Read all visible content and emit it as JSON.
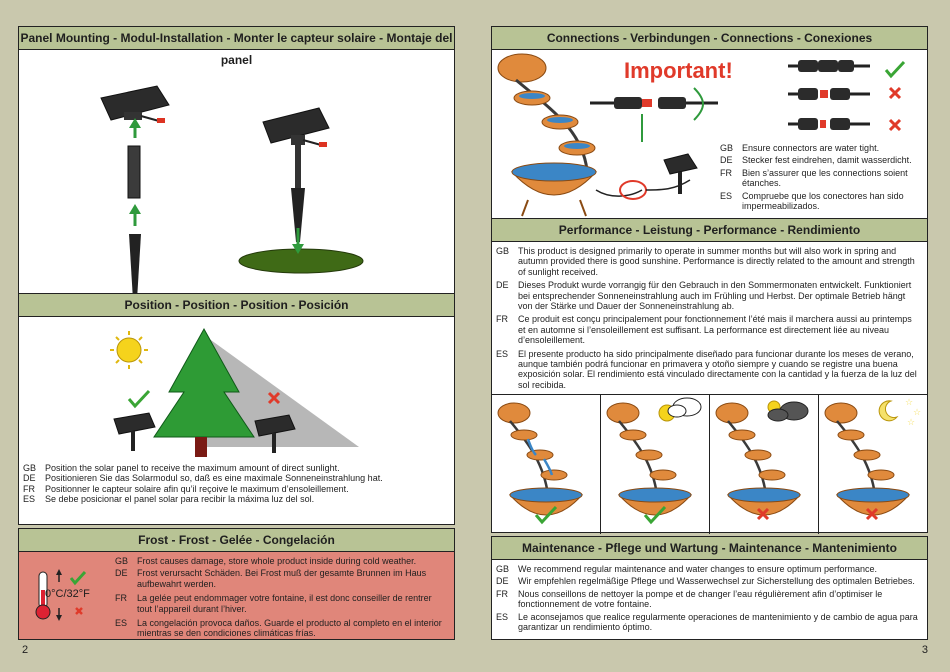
{
  "page_numbers": {
    "left": "2",
    "right": "3"
  },
  "mounting": {
    "title": "Panel Mounting - Modul-Installation - Monter le capteur solaire - Montaje del panel"
  },
  "position": {
    "title": "Position - Position - Position - Posición",
    "lines": [
      {
        "lang": "GB",
        "text": "Position the solar panel to receive the maximum amount of direct sunlight."
      },
      {
        "lang": "DE",
        "text": "Positionieren Sie das Solarmodul so, daß es eine maximale Sonneneinstrahlung hat."
      },
      {
        "lang": "FR",
        "text": "Positionner le capteur solaire afin qu’il reçoive le maximum d’ensoleillement."
      },
      {
        "lang": "ES",
        "text": "Se debe posicionar el panel solar para recibir la máxima luz del sol."
      }
    ]
  },
  "frost": {
    "title": "Frost - Frost - Gelée - Congelación",
    "thermo_label": "0°C/32°F",
    "lines": [
      {
        "lang": "GB",
        "text": "Frost causes damage, store whole product inside during cold weather."
      },
      {
        "lang": "DE",
        "text": "Frost verursacht Schäden. Bei Frost muß der gesamte Brunnen im Haus aufbewahrt werden."
      },
      {
        "lang": "FR",
        "text": "La gelée peut endommager votre fontaine, il est donc conseiller de rentrer tout l’appareil durant l’hiver."
      },
      {
        "lang": "ES",
        "text": "La congelación provoca daños. Guarde el producto al completo en el interior mientras se den condiciones climáticas frías."
      }
    ]
  },
  "connections": {
    "title": "Connections - Verbindungen - Connections - Conexiones",
    "important": "Important!",
    "lines": [
      {
        "lang": "GB",
        "text": "Ensure connectors are water tight."
      },
      {
        "lang": "DE",
        "text": "Stecker fest eindrehen, damit wasserdicht."
      },
      {
        "lang": "FR",
        "text": "Bien s’assurer que les connections soient étanches."
      },
      {
        "lang": "ES",
        "text": "Compruebe que los conectores han sido impermeabilizados."
      }
    ]
  },
  "performance": {
    "title": "Performance - Leistung - Performance - Rendimiento",
    "lines": [
      {
        "lang": "GB",
        "text": "This product is designed primarily to operate in summer months but will also work in spring and autumn provided there is good sunshine. Performance is directly related to the amount and strength of sunlight received."
      },
      {
        "lang": "DE",
        "text": "Dieses  Produkt wurde vorrangig für den Gebrauch in den Sommermonaten entwickelt. Funktioniert bei entsprechender Sonneneinstrahlung auch im Frühling und Herbst. Der optimale Betrieb hängt von der Stärke und Dauer der Sonneneinstrahlung ab."
      },
      {
        "lang": "FR",
        "text": "Ce produit est conçu principalement pour fonctionnement l’été mais il marchera aussi au printemps et en automne si l’ensoleillement est suffisant. La performance est directement liée au niveau d’ensoleillement."
      },
      {
        "lang": "ES",
        "text": "El presente producto ha sido principalmente diseñado para funcionar durante los meses de verano, aunque también podrá funcionar en primavera y otoño siempre y cuando se registre una buena exposición solar. El rendimiento está vinculado directamente con la cantidad y la fuerza de la luz del sol recibida."
      }
    ]
  },
  "maintenance": {
    "title": "Maintenance - Pflege und Wartung - Maintenance - Mantenimiento",
    "lines": [
      {
        "lang": "GB",
        "text": "We recommend regular maintenance and water changes to ensure optimum performance."
      },
      {
        "lang": "DE",
        "text": "Wir empfehlen regelmäßige Pflege und Wasserwechsel zur Sicherstellung des optimalen Betriebes."
      },
      {
        "lang": "FR",
        "text": "Nous conseillons de nettoyer la pompe et de changer l’eau régulièrement afin d’optimiser le fonctionnement de votre fontaine."
      },
      {
        "lang": "ES",
        "text": "Le aconsejamos que realice regularmente operaciones de mantenimiento y de cambio de agua para garantizar un rendimiento óptimo."
      }
    ]
  },
  "colors": {
    "header": "#b8c395",
    "frost_bg": "#e0867a",
    "check": "#3aa535",
    "cross": "#e03a2a",
    "pot": "#e08a3c",
    "water": "#3b86c6"
  }
}
